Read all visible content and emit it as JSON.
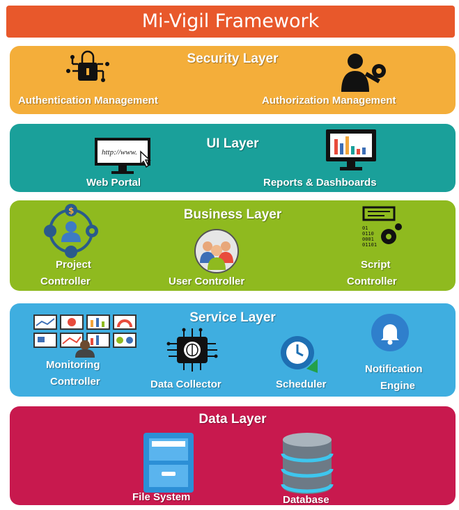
{
  "title": "Mi-Vigil Framework",
  "layers": {
    "security": {
      "title": "Security Layer",
      "items": [
        "Authentication Management",
        "Authorization Management"
      ]
    },
    "ui": {
      "title": "UI Layer",
      "items": [
        "Web Portal",
        "Reports & Dashboards"
      ],
      "url_text": "http://www."
    },
    "business": {
      "title": "Business Layer",
      "items": [
        "Project",
        "Controller",
        "User Controller",
        "Script",
        "Controller"
      ],
      "binary_text": [
        "01",
        "0110",
        "0001",
        "01101"
      ]
    },
    "service": {
      "title": "Service Layer",
      "items": [
        "Monitoring",
        "Controller",
        "Data Collector",
        "Scheduler",
        "Notification",
        "Engine"
      ]
    },
    "data": {
      "title": "Data Layer",
      "items": [
        "File System",
        "Database"
      ]
    }
  },
  "colors": {
    "banner": "#e8582b",
    "security": "#f4ae3a",
    "ui": "#1aa09a",
    "business": "#8fba1f",
    "service": "#3faee0",
    "data": "#c8194e"
  }
}
